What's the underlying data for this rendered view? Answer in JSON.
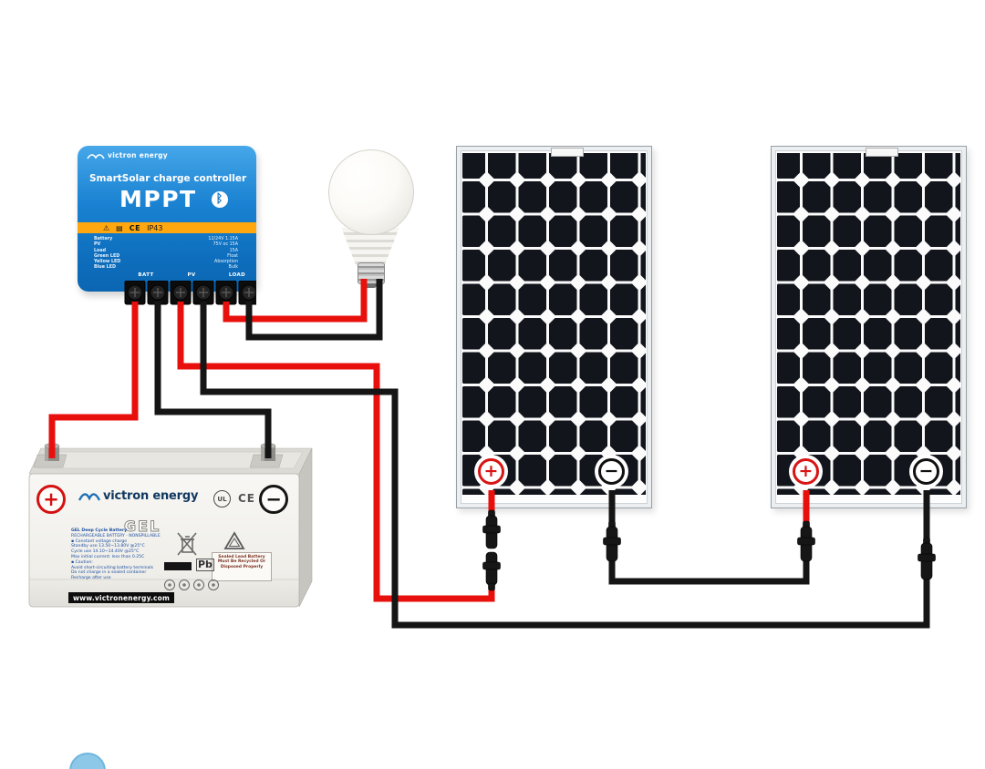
{
  "colors": {
    "victron_blue": "#0f74c2",
    "stripe_orange": "#ffa70f",
    "wire_positive": "#e8100c",
    "wire_negative": "#151515",
    "panel_cell": "#12151c"
  },
  "controller": {
    "brand": "victron energy",
    "product": "SmartSolar charge controller",
    "model": "MPPT",
    "bluetooth_icon": "ᛒ",
    "stripe": {
      "warning_icon": "⚠",
      "manual_icon": "▤",
      "ce_mark": "CE",
      "ip_rating": "IP43"
    },
    "specs": [
      {
        "label": "Battery",
        "value": "12/24V  1.15A"
      },
      {
        "label": "PV",
        "value": "75V oc  15A"
      },
      {
        "label": "Load",
        "value": "15A"
      },
      {
        "label": "Green LED",
        "value": "Float"
      },
      {
        "label": "Yellow LED",
        "value": "Absorption"
      },
      {
        "label": "Blue LED",
        "value": "Bulk"
      }
    ],
    "terminal_groups": [
      "BATT",
      "PV",
      "LOAD"
    ]
  },
  "panel": {
    "plus": "+",
    "minus": "−"
  },
  "battery": {
    "brand": "victron energy",
    "plus": "+",
    "minus": "−",
    "ul_mark": "UL",
    "ce_mark": "CE",
    "type_label": "GEL",
    "pb_mark": "Pb",
    "spec_lines": [
      "GEL Deep Cycle Battery",
      "RECHARGEABLE BATTERY · NONSPILLABLE",
      "▪ Constant voltage charge",
      "Standby use 13.50~13.80V @25°C",
      "Cycle use 14.10~14.40V @25°C",
      "Max initial current: less than 0.25C",
      "▪ Caution:",
      "Avoid short-circuiting battery terminals",
      "Do not charge in a sealed container",
      "Recharge after use"
    ],
    "recycle_note": "Sealed Lead Battery Must Be Recycled Or Disposed Properly",
    "website": "www.victronenergy.com"
  },
  "wiring": {
    "connections": [
      {
        "from": "charge-controller BATT terminals",
        "to": "GEL battery posts",
        "polarity": "+ / −"
      },
      {
        "from": "charge-controller PV terminals",
        "to": "two solar panels wired in series via MC4 connectors",
        "polarity": "+ / −"
      },
      {
        "from": "charge-controller LOAD terminals",
        "to": "LED bulb",
        "polarity": "+ / −"
      }
    ]
  }
}
